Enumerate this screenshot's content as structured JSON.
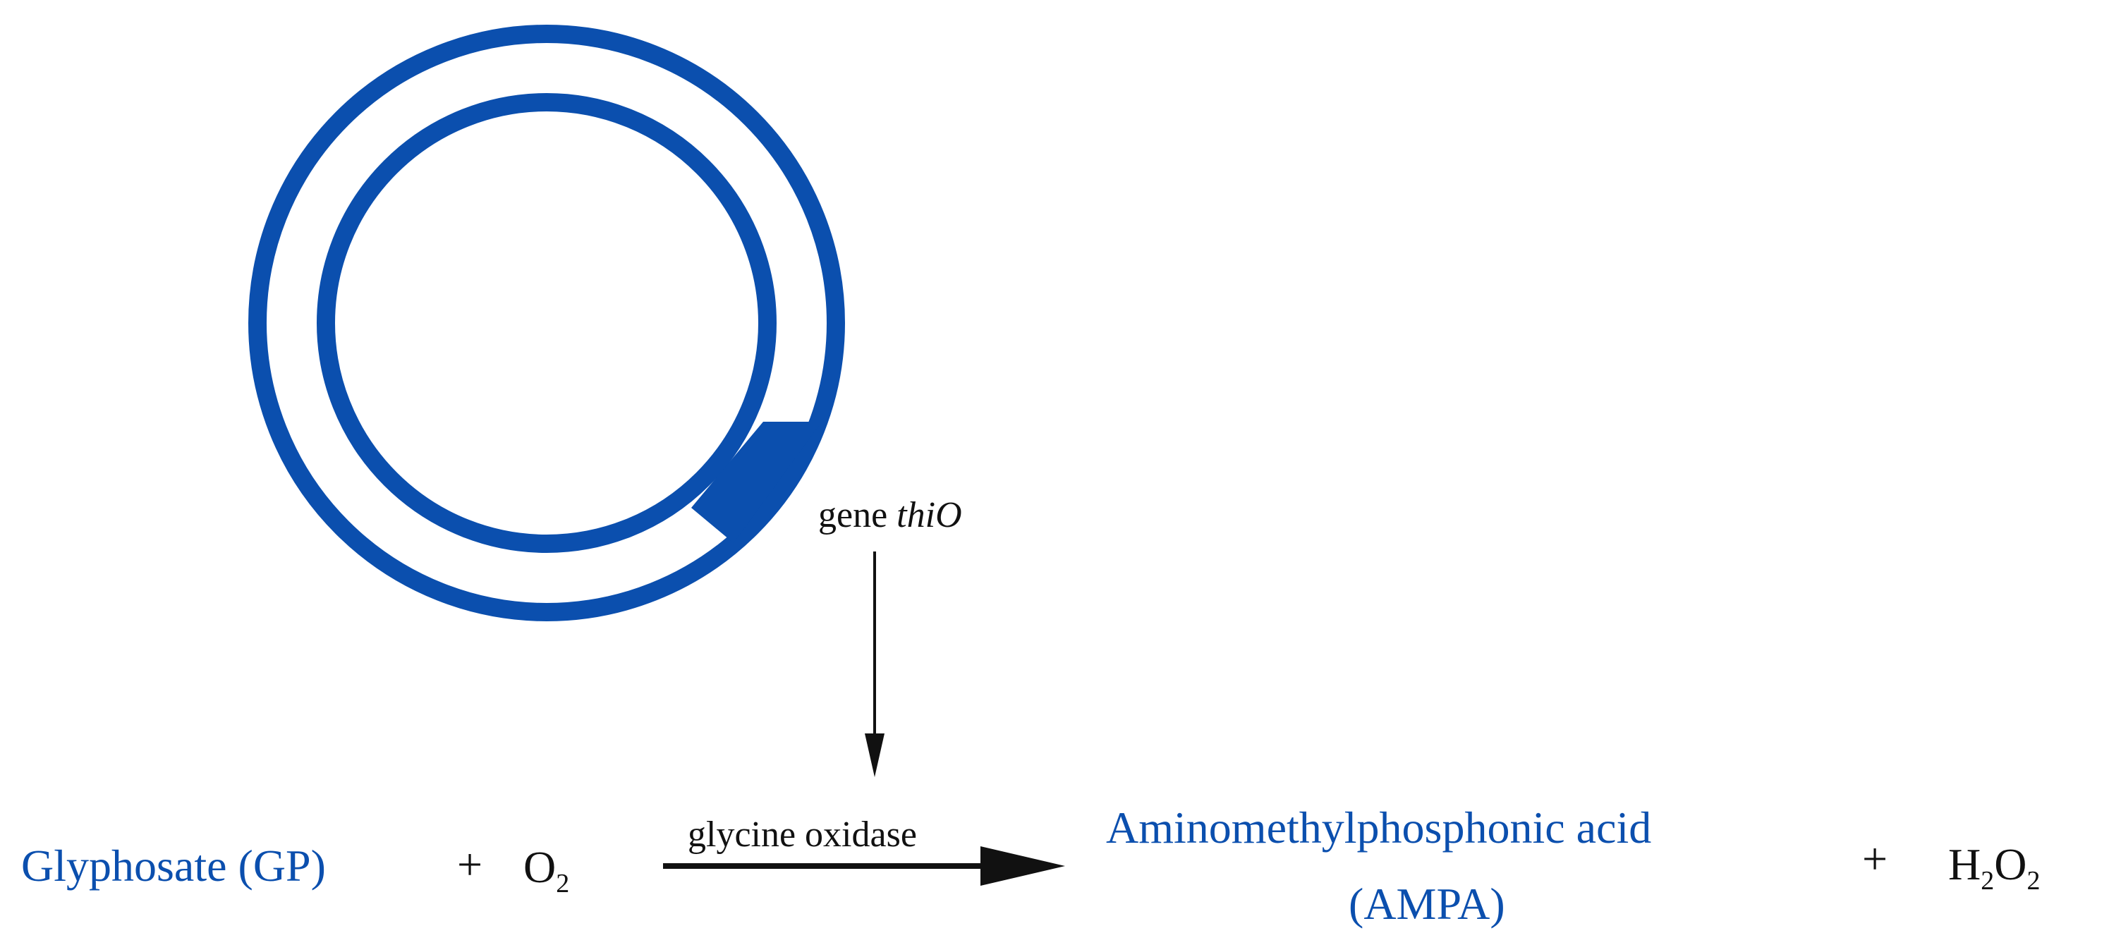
{
  "colors": {
    "accent": "#0b4fae",
    "text": "#111111",
    "background": "#ffffff"
  },
  "gene_label": {
    "prefix": "gene",
    "name": "thiO"
  },
  "reaction": {
    "reactant1": "Glyphosate (GP)",
    "plus1": "+",
    "reactant2_symbol": "O",
    "reactant2_subscript": "2",
    "enzyme": "glycine oxidase",
    "product1_line1": "Aminomethylphosphonic acid",
    "product1_line2": "(AMPA)",
    "plus2": "+",
    "product2_h": "H",
    "product2_h_subscript": "2",
    "product2_o": "O",
    "product2_o_subscript": "2"
  }
}
